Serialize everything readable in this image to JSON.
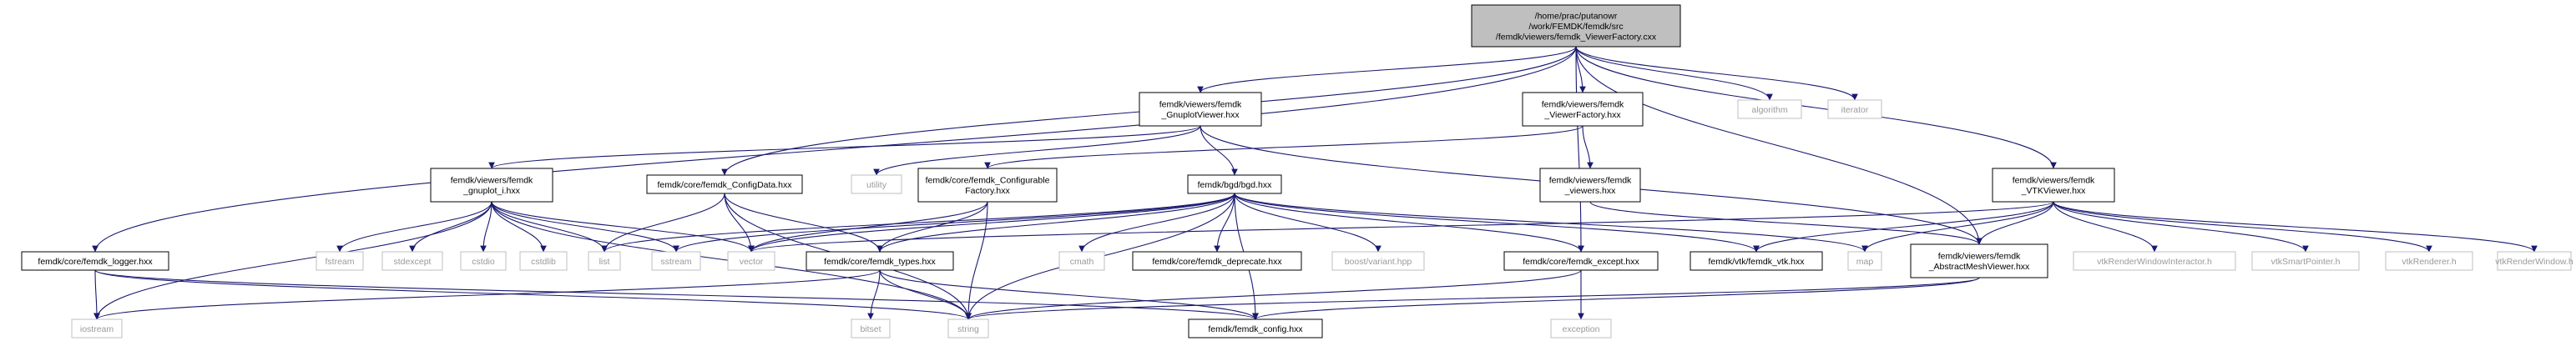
{
  "colors": {
    "edge": "#191970",
    "node_border": "#000000",
    "system_border": "#bfbfbf",
    "root_fill": "#bfbfbf",
    "node_fill": "#ffffff",
    "system_text": "#9a9a9a"
  },
  "nodes": [
    {
      "id": "root",
      "lines": [
        "/home/prac/putanowr",
        "/work/FEMDK/femdk/src",
        "/femdk/viewers/femdk_ViewerFactory.cxx"
      ],
      "kind": "root"
    },
    {
      "id": "gnuplotviewer",
      "lines": [
        "femdk/viewers/femdk",
        "_GnuplotViewer.hxx"
      ],
      "kind": "file"
    },
    {
      "id": "viewerfactory",
      "lines": [
        "femdk/viewers/femdk",
        "_ViewerFactory.hxx"
      ],
      "kind": "file"
    },
    {
      "id": "algorithm",
      "lines": [
        "algorithm"
      ],
      "kind": "system"
    },
    {
      "id": "iterator",
      "lines": [
        "iterator"
      ],
      "kind": "system"
    },
    {
      "id": "gnuplot_i",
      "lines": [
        "femdk/viewers/femdk",
        "_gnuplot_i.hxx"
      ],
      "kind": "file"
    },
    {
      "id": "configdata",
      "lines": [
        "femdk/core/femdk_ConfigData.hxx"
      ],
      "kind": "file"
    },
    {
      "id": "utility",
      "lines": [
        "utility"
      ],
      "kind": "system"
    },
    {
      "id": "configurable",
      "lines": [
        "femdk/core/femdk_Configurable",
        "Factory.hxx"
      ],
      "kind": "file"
    },
    {
      "id": "bgd",
      "lines": [
        "femdk/bgd/bgd.hxx"
      ],
      "kind": "file"
    },
    {
      "id": "viewers",
      "lines": [
        "femdk/viewers/femdk",
        "_viewers.hxx"
      ],
      "kind": "file"
    },
    {
      "id": "vtkviewer",
      "lines": [
        "femdk/viewers/femdk",
        "_VTKViewer.hxx"
      ],
      "kind": "file"
    },
    {
      "id": "logger",
      "lines": [
        "femdk/core/femdk_logger.hxx"
      ],
      "kind": "file"
    },
    {
      "id": "fstream",
      "lines": [
        "fstream"
      ],
      "kind": "system"
    },
    {
      "id": "stdexcept",
      "lines": [
        "stdexcept"
      ],
      "kind": "system"
    },
    {
      "id": "cstdio",
      "lines": [
        "cstdio"
      ],
      "kind": "system"
    },
    {
      "id": "cstdlib",
      "lines": [
        "cstdlib"
      ],
      "kind": "system"
    },
    {
      "id": "list",
      "lines": [
        "list"
      ],
      "kind": "system"
    },
    {
      "id": "sstream",
      "lines": [
        "sstream"
      ],
      "kind": "system"
    },
    {
      "id": "vector",
      "lines": [
        "vector"
      ],
      "kind": "system"
    },
    {
      "id": "types",
      "lines": [
        "femdk/core/femdk_types.hxx"
      ],
      "kind": "file"
    },
    {
      "id": "cmath",
      "lines": [
        "cmath"
      ],
      "kind": "system"
    },
    {
      "id": "deprecate",
      "lines": [
        "femdk/core/femdk_deprecate.hxx"
      ],
      "kind": "file"
    },
    {
      "id": "boostvariant",
      "lines": [
        "boost/variant.hpp"
      ],
      "kind": "system"
    },
    {
      "id": "except",
      "lines": [
        "femdk/core/femdk_except.hxx"
      ],
      "kind": "file"
    },
    {
      "id": "femdkvtk",
      "lines": [
        "femdk/vtk/femdk_vtk.hxx"
      ],
      "kind": "file"
    },
    {
      "id": "map",
      "lines": [
        "map"
      ],
      "kind": "system"
    },
    {
      "id": "abstractmesh",
      "lines": [
        "femdk/viewers/femdk",
        "_AbstractMeshViewer.hxx"
      ],
      "kind": "file"
    },
    {
      "id": "vtkrwi",
      "lines": [
        "vtkRenderWindowInteractor.h"
      ],
      "kind": "system"
    },
    {
      "id": "vtksmartpointer",
      "lines": [
        "vtkSmartPointer.h"
      ],
      "kind": "system"
    },
    {
      "id": "vtkrenderer",
      "lines": [
        "vtkRenderer.h"
      ],
      "kind": "system"
    },
    {
      "id": "vtkrenderwindow",
      "lines": [
        "vtkRenderWindow.h"
      ],
      "kind": "system"
    },
    {
      "id": "iostream",
      "lines": [
        "iostream"
      ],
      "kind": "system"
    },
    {
      "id": "bitset",
      "lines": [
        "bitset"
      ],
      "kind": "system"
    },
    {
      "id": "string",
      "lines": [
        "string"
      ],
      "kind": "system"
    },
    {
      "id": "config",
      "lines": [
        "femdk/femdk_config.hxx"
      ],
      "kind": "file"
    },
    {
      "id": "exception",
      "lines": [
        "exception"
      ],
      "kind": "system"
    }
  ],
  "edges": [
    [
      "root",
      "logger"
    ],
    [
      "root",
      "configdata"
    ],
    [
      "root",
      "gnuplotviewer"
    ],
    [
      "root",
      "except"
    ],
    [
      "root",
      "viewerfactory"
    ],
    [
      "root",
      "abstractmesh"
    ],
    [
      "root",
      "vtkviewer"
    ],
    [
      "root",
      "algorithm"
    ],
    [
      "root",
      "iterator"
    ],
    [
      "gnuplotviewer",
      "gnuplot_i"
    ],
    [
      "gnuplotviewer",
      "utility"
    ],
    [
      "gnuplotviewer",
      "bgd"
    ],
    [
      "gnuplotviewer",
      "abstractmesh"
    ],
    [
      "viewerfactory",
      "configurable"
    ],
    [
      "viewerfactory",
      "viewers"
    ],
    [
      "viewers",
      "abstractmesh"
    ],
    [
      "gnuplot_i",
      "iostream"
    ],
    [
      "gnuplot_i",
      "fstream"
    ],
    [
      "gnuplot_i",
      "stdexcept"
    ],
    [
      "gnuplot_i",
      "cstdio"
    ],
    [
      "gnuplot_i",
      "cstdlib"
    ],
    [
      "gnuplot_i",
      "list"
    ],
    [
      "gnuplot_i",
      "sstream"
    ],
    [
      "gnuplot_i",
      "vector"
    ],
    [
      "gnuplot_i",
      "string"
    ],
    [
      "configdata",
      "list"
    ],
    [
      "configdata",
      "vector"
    ],
    [
      "configdata",
      "types"
    ],
    [
      "configdata",
      "string"
    ],
    [
      "configurable",
      "vector"
    ],
    [
      "configurable",
      "types"
    ],
    [
      "configurable",
      "string"
    ],
    [
      "bgd",
      "list"
    ],
    [
      "bgd",
      "sstream"
    ],
    [
      "bgd",
      "vector"
    ],
    [
      "bgd",
      "types"
    ],
    [
      "bgd",
      "cmath"
    ],
    [
      "bgd",
      "deprecate"
    ],
    [
      "bgd",
      "boostvariant"
    ],
    [
      "bgd",
      "except"
    ],
    [
      "bgd",
      "femdkvtk"
    ],
    [
      "bgd",
      "map"
    ],
    [
      "bgd",
      "string"
    ],
    [
      "bgd",
      "config"
    ],
    [
      "vtkviewer",
      "femdkvtk"
    ],
    [
      "vtkviewer",
      "map"
    ],
    [
      "vtkviewer",
      "abstractmesh"
    ],
    [
      "vtkviewer",
      "vtkrwi"
    ],
    [
      "vtkviewer",
      "vtksmartpointer"
    ],
    [
      "vtkviewer",
      "vtkrenderer"
    ],
    [
      "vtkviewer",
      "vtkrenderwindow"
    ],
    [
      "vtkviewer",
      "vector"
    ],
    [
      "logger",
      "iostream"
    ],
    [
      "logger",
      "string"
    ],
    [
      "logger",
      "config"
    ],
    [
      "types",
      "iostream"
    ],
    [
      "types",
      "bitset"
    ],
    [
      "types",
      "string"
    ],
    [
      "types",
      "config"
    ],
    [
      "except",
      "exception"
    ],
    [
      "except",
      "string"
    ],
    [
      "abstractmesh",
      "string"
    ],
    [
      "abstractmesh",
      "config"
    ]
  ]
}
